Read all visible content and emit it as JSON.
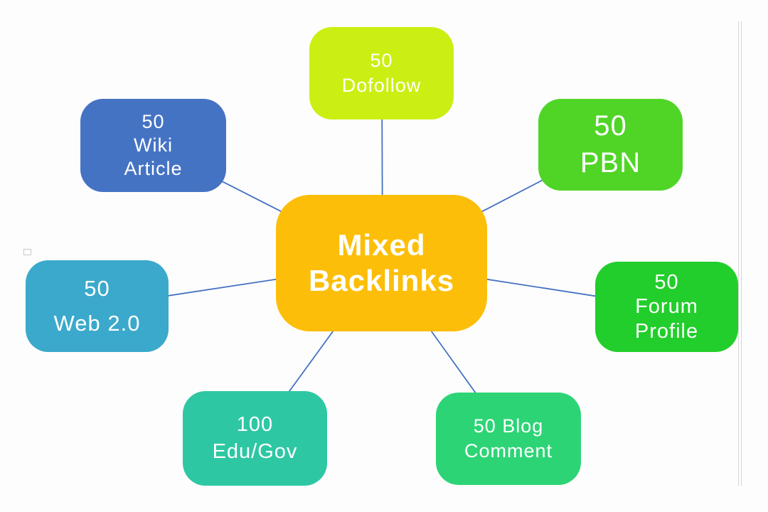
{
  "diagram": {
    "title": "Mixed Backlinks mind map",
    "center": {
      "line1": "Mixed",
      "line2": "Backlinks",
      "color": "#FCBE08"
    },
    "nodes": {
      "dofollow": {
        "line1": "50",
        "line2": "Dofollow",
        "color": "#CBEF13"
      },
      "wiki": {
        "line1": "50",
        "line2": "Wiki",
        "line3": "Article",
        "color": "#4573C4"
      },
      "pbn": {
        "line1": "50",
        "line2": "PBN",
        "color": "#50D527"
      },
      "forum": {
        "line1": "50",
        "line2": "Forum",
        "line3": "Profile",
        "color": "#22CE2B"
      },
      "blog": {
        "line1": "50 Blog",
        "line2": "Comment",
        "color": "#2DD476"
      },
      "edu": {
        "line1": "100",
        "line2": "Edu/Gov",
        "color": "#2EC7A3"
      },
      "web": {
        "line1": "50",
        "line2": "Web 2.0",
        "color": "#3BA9CB"
      }
    },
    "connector_color": "#4472C4",
    "text_color": "#ffffff",
    "page_edge_color": "#d4d4d4"
  }
}
